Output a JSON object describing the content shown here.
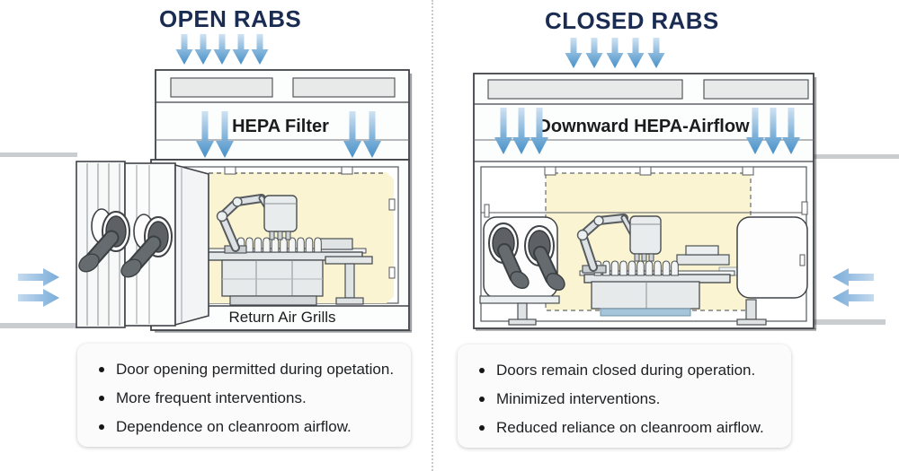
{
  "left_panel": {
    "title": "OPEN RABS",
    "hepa_label": "HEPA Filter",
    "return_air_label": "Return Air Grills",
    "bullets": [
      "Door opening permitted during opetation.",
      "More frequent interventions.",
      "Dependence on cleanroom airflow."
    ]
  },
  "right_panel": {
    "title": "CLOSED RABS",
    "hepa_label": "Downward HEPA-Airflow",
    "bullets": [
      "Doors remain closed during operation.",
      "Minimized interventions.",
      "Reduced reliance on cleanroom airflow."
    ]
  },
  "icons": {
    "down-arrow-icon": "▼ downward airflow",
    "right-arrow-icon": "→ cleanroom air inflow",
    "left-arrow-icon": "← cleanroom air inflow"
  },
  "colors": {
    "title_text": "#1b2c52",
    "downflow_arrow_top": "#cfe2f2",
    "downflow_arrow_bottom": "#4790c8",
    "inflow_arrow_light": "#c4daee",
    "inflow_arrow_deep": "#78abd9",
    "interior_glow": "#fbf4d2",
    "outline": "#3f4348",
    "panel_white": "#fcfdfd",
    "vent_gray": "#e8eaea",
    "machine_gray": "#e2e6e7",
    "glove_gray": "#5d6165",
    "floor_gray": "#c9cdcf",
    "card_bg": "#fbfbfc",
    "bullet_text": "#1d1f21",
    "table_blue": "#a5c6da"
  }
}
